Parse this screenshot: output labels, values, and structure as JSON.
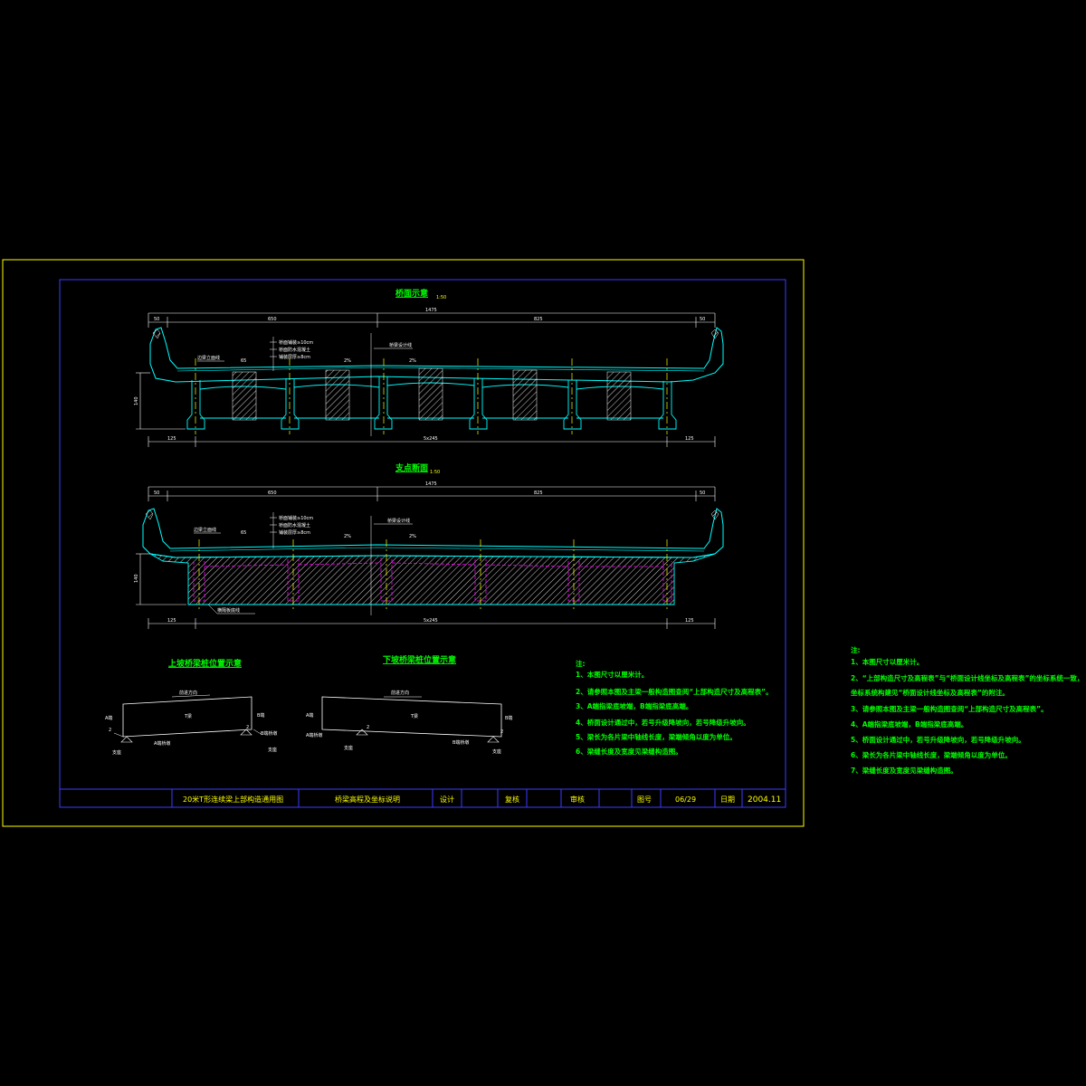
{
  "colors": {
    "background": "#000000",
    "outer_frame": "#ffff00",
    "inner_frame": "#3c3cff",
    "structure": "#00ffff",
    "dimension": "#ffffff",
    "title": "#00ff00",
    "scale": "#ffff00",
    "hatch": "#ffffff",
    "diaphragm_outline": "#ff00ff",
    "centerline": "#ffff00",
    "notes": "#00ff00"
  },
  "section1": {
    "title": "桥面示意",
    "scale": "1:50",
    "dims_top": [
      "50",
      "650",
      "825",
      "50"
    ],
    "dim_total": "1475",
    "dims_bottom": [
      "125",
      "5x245",
      "125"
    ],
    "height": "140",
    "callouts": [
      "桥面铺装≥10cm",
      "桥面防水混凝土",
      "铺装层厚≥8cm"
    ],
    "label_left": "边梁立面线",
    "label_center": "桥梁设计线",
    "spacing": "65",
    "slope_left": "2%",
    "slope_right": "2%"
  },
  "section2": {
    "title": "支点断面",
    "scale": "1:50",
    "dims_top": [
      "50",
      "650",
      "825",
      "50"
    ],
    "dim_total": "1475",
    "dims_bottom": [
      "125",
      "5x245",
      "125"
    ],
    "height": "140",
    "callouts": [
      "桥面铺装≥10cm",
      "桥面防水混凝土",
      "铺装层厚≥8cm"
    ],
    "label_left": "边梁立面线",
    "label_center": "桥梁设计线",
    "label_bottom": "横隔板底线",
    "spacing": "65",
    "slope_left": "2%",
    "slope_right": "2%"
  },
  "sketch_up": {
    "title": "上坡桥梁桩位置示意",
    "direction": "前进方向",
    "beam": "T梁",
    "end_a": "A端",
    "end_b": "B端",
    "mark_left": "2",
    "mark_right": "2",
    "label_a_pier": "A端桥墩",
    "label_b_pier": "B端桥墩",
    "label_bearing": "支座"
  },
  "sketch_down": {
    "title": "下坡桥梁桩位置示意",
    "direction": "前进方向",
    "beam": "T梁",
    "end_a": "A端",
    "end_b": "B端",
    "mark_left": "2",
    "mark_right": "2",
    "label_a_pier": "A端桥墩",
    "label_b_pier": "B端桥墩",
    "label_bearing": "支座"
  },
  "notes_inner": {
    "heading": "注:",
    "items": [
      "1、本图尺寸以厘米计。",
      "2、请参照本图及主梁一般构造图查阅“上部构造尺寸及高程表”。",
      "3、A端指梁底坡端，B端指梁底高端。",
      "4、桥面设计通过中，若号升级降坡向，若号降级升坡向。",
      "5、梁长为各片梁中轴线长度，梁端倾角以度为单位。",
      "6、梁缝长度及宽度见梁缝构造图。"
    ]
  },
  "notes_outer": {
    "heading": "注:",
    "items": [
      "1、本图尺寸以厘米计。",
      "2、“上部构造尺寸及高程表”与“桥面设计线坐标及高程表”的坐标系统一致，",
      "  坐标系统构建见“桥面设计线坐标及高程表”的附注。",
      "3、请参照本图及主梁一般构造图查阅“上部构造尺寸及高程表”。",
      "4、A端指梁底坡端，B端指梁底高端。",
      "5、桥面设计通过中，若号升级降坡向，若号降级升坡向。",
      "6、梁长为各片梁中轴线长度，梁端倾角以度为单位。",
      "7、梁缝长度及宽度见梁缝构造图。"
    ]
  },
  "title_block": {
    "project": "20米T形连续梁上部构造通用图",
    "drawing": "桥梁高程及坐标说明",
    "design_label": "设计",
    "check_label": "复核",
    "review_label": "审核",
    "sheet_label": "图号",
    "sheet_no": "06/29",
    "date_label": "日期",
    "date": "2004.11"
  }
}
